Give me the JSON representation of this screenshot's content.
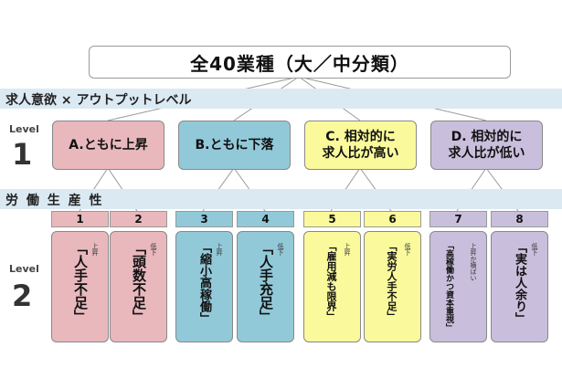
{
  "root": "全40業種（大／中分類）",
  "band1": "求人意欲 × アウトプットレベル",
  "band2": "労 働 生 産 性",
  "level_word": "Level",
  "level1_num": "1",
  "level2_num": "2",
  "level1": [
    {
      "label": "A.ともに上昇",
      "color": "#e8b8bd"
    },
    {
      "label": "B.ともに下落",
      "color": "#92c9d9"
    },
    {
      "label": "C. 相対的に\n求人比が高い",
      "color": "#fafa9c"
    },
    {
      "label": "D. 相対的に\n求人比が低い",
      "color": "#c9bfdc"
    }
  ],
  "level2": [
    {
      "num": "1",
      "annot": "上昇",
      "text": "「人手不足」"
    },
    {
      "num": "2",
      "annot": "低下",
      "text": "「頭数不足」"
    },
    {
      "num": "3",
      "annot": "上昇",
      "text": "「縮小高稼働」"
    },
    {
      "num": "4",
      "annot": "低下",
      "text": "「人手充足」"
    },
    {
      "num": "5",
      "annot": "上昇",
      "text": "「雇用減も限界」"
    },
    {
      "num": "6",
      "annot": "低下",
      "text": "「実労人手不足」"
    },
    {
      "num": "7",
      "annot": "上昇か横ばい",
      "text": "「高稼働かつ資本重視」"
    },
    {
      "num": "8",
      "annot": "低下",
      "text": "「実は人余り」"
    }
  ]
}
